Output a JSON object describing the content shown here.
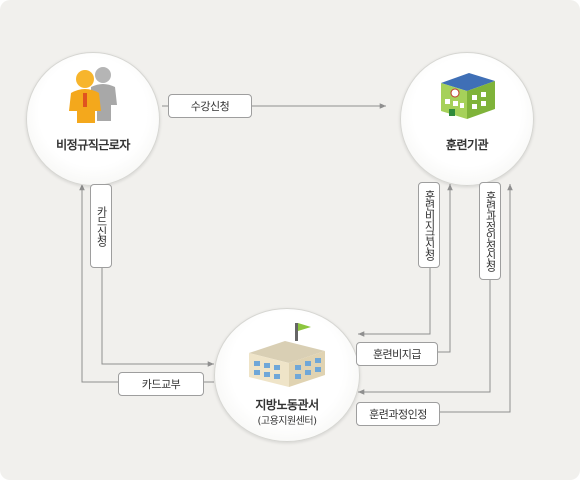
{
  "nodes": {
    "worker": "비정규직근로자",
    "institution": "훈련기관",
    "office": "지방노동관서",
    "office_sub": "(고용지원센터)"
  },
  "edges": {
    "enroll": "수강신청",
    "card_apply": "카드신청",
    "card_issue": "카드교부",
    "cost_request": "훈련비지급신청",
    "course_apply": "훈련과정인정신청",
    "cost_pay": "훈련비지급",
    "course_approve": "훈련과정인정"
  },
  "colors": {
    "background": "#f1f0ed",
    "line": "#8f8f8f",
    "worker_front": "#f4a81c",
    "worker_back": "#a8a8a8",
    "building_green": "#8dc63f",
    "building_wall": "#e8dcc0",
    "roof_blue": "#3f6fb6"
  }
}
